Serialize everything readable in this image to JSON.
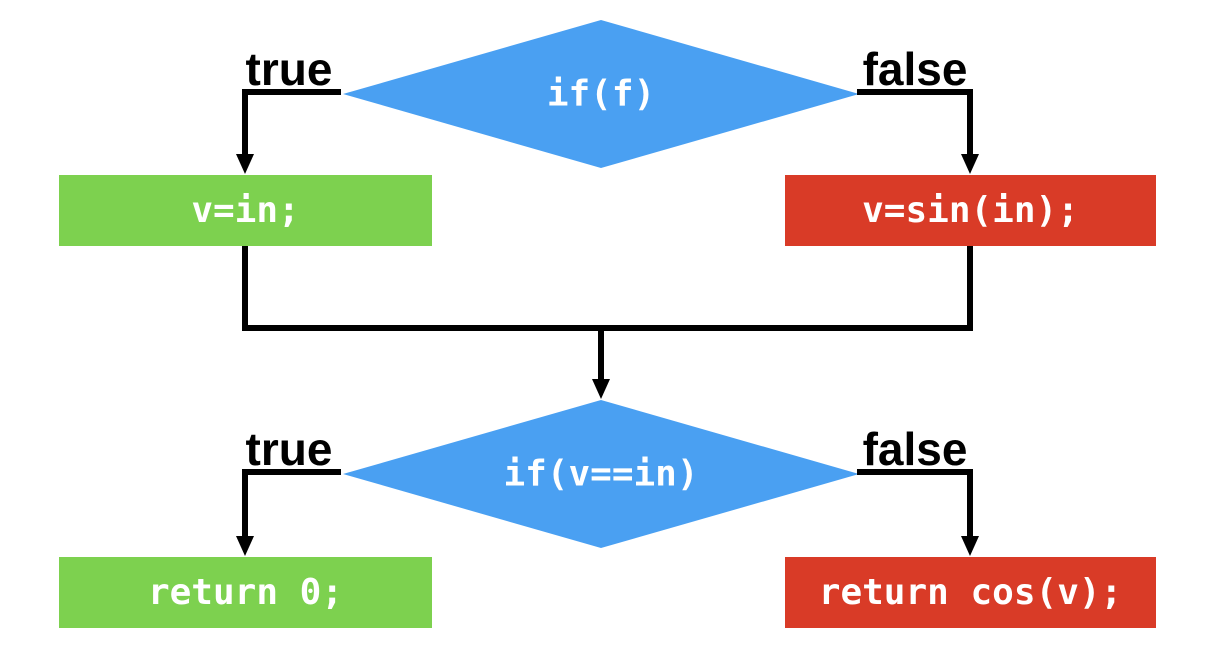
{
  "diagram": {
    "type": "flowchart",
    "nodes": {
      "decision1": {
        "shape": "diamond",
        "label": "if(f)"
      },
      "process_true1": {
        "shape": "rectangle",
        "label": "v=in;"
      },
      "process_false1": {
        "shape": "rectangle",
        "label": "v=sin(in);"
      },
      "decision2": {
        "shape": "diamond",
        "label": "if(v==in)"
      },
      "return_true": {
        "shape": "rectangle",
        "label": "return 0;"
      },
      "return_false": {
        "shape": "rectangle",
        "label": "return cos(v);"
      }
    },
    "edge_labels": {
      "d1_true": "true",
      "d1_false": "false",
      "d2_true": "true",
      "d2_false": "false"
    }
  },
  "colors": {
    "decision_fill": "#4aa0f2",
    "true_fill": "#7dd14f",
    "false_fill": "#d93b27",
    "line": "#000000",
    "code_text": "#ffffff",
    "label_text": "#000000"
  }
}
